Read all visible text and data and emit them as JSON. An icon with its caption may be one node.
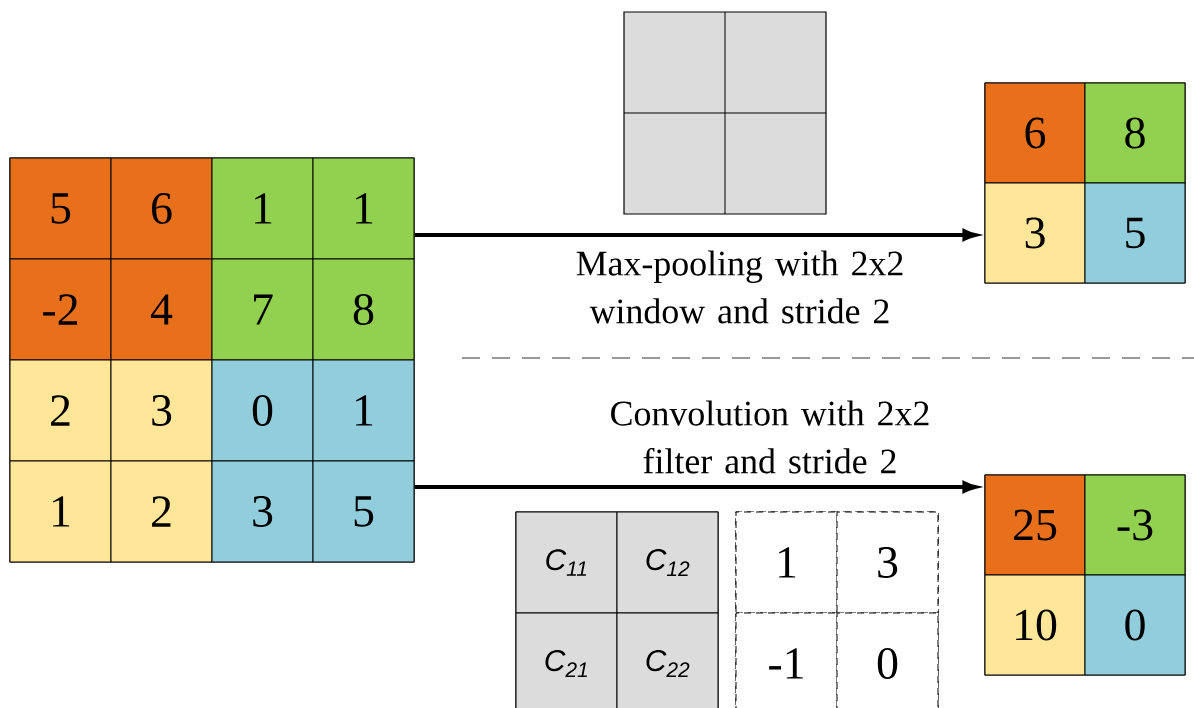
{
  "diagram": {
    "nodes": [
      {
        "text": [],
        "shape": "box"
      },
      {
        "text": [
          "5"
        ],
        "in": 0
      },
      {
        "text": [
          "6"
        ],
        "in": 0
      },
      {
        "text": [
          "1"
        ],
        "in": 0
      },
      {
        "text": [
          "1"
        ],
        "in": 0
      },
      {
        "text": [
          "-2"
        ],
        "in": 0
      },
      {
        "text": [
          "4"
        ],
        "in": 0
      },
      {
        "text": [
          "7"
        ],
        "in": 0
      },
      {
        "text": [
          "8"
        ],
        "in": 0
      },
      {
        "text": [
          "2"
        ],
        "in": 0
      },
      {
        "text": [
          "3"
        ],
        "in": 0
      },
      {
        "text": [
          "0"
        ],
        "in": 0
      },
      {
        "text": [
          "1"
        ],
        "in": 0
      },
      {
        "text": [
          "1"
        ],
        "in": 0
      },
      {
        "text": [
          "2"
        ],
        "in": 0
      },
      {
        "text": [
          "3"
        ],
        "in": 0
      },
      {
        "text": [
          "5"
        ],
        "in": 0
      },
      {
        "text": [],
        "shape": "box"
      },
      {
        "text": [],
        "shape": "box"
      },
      {
        "text": [
          "6"
        ],
        "in": 18
      },
      {
        "text": [
          "8"
        ],
        "in": 18
      },
      {
        "text": [
          "3"
        ],
        "in": 18
      },
      {
        "text": [
          "5"
        ],
        "in": 18
      },
      {
        "text": [],
        "shape": "box"
      },
      {
        "text": [
          "C$_{11}$"
        ],
        "in": 23
      },
      {
        "text": [
          "C$_{12}$"
        ],
        "in": 23
      },
      {
        "text": [
          "C$_{21}$"
        ],
        "in": 23
      },
      {
        "text": [
          "C$_{22}$"
        ],
        "in": 23
      },
      {
        "text": [],
        "shape": "box"
      },
      {
        "text": [
          "1"
        ],
        "in": 28
      },
      {
        "text": [
          "3"
        ],
        "in": 28
      },
      {
        "text": [
          "-1"
        ],
        "in": 28
      },
      {
        "text": [
          "0"
        ],
        "in": 28
      },
      {
        "text": [],
        "shape": "box"
      },
      {
        "text": [
          "25"
        ],
        "in": 33
      },
      {
        "text": [
          "-3"
        ],
        "in": 33
      },
      {
        "text": [
          "10"
        ],
        "in": 33
      },
      {
        "text": [
          "0"
        ],
        "in": 33
      }
    ],
    "edges": [
      {
        "from": 0,
        "to": 18,
        "arrow": "to",
        "label": "Max-pooling with 2x2 window and stride 2"
      },
      {
        "from": 0,
        "to": 33,
        "arrow": "to",
        "label": "Convolution with 2x2 filter and stride 2"
      }
    ]
  }
}
